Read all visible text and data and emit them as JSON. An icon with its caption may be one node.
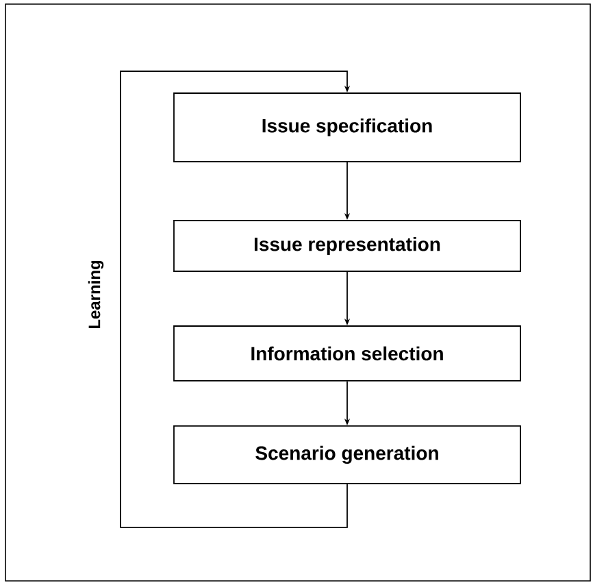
{
  "diagram": {
    "nodes": [
      {
        "text": [
          "Issue specification"
        ]
      },
      {
        "text": [
          "Issue representation"
        ]
      },
      {
        "text": [
          "Information selection"
        ]
      },
      {
        "text": [
          "Scenario generation"
        ]
      }
    ],
    "edges": [
      {
        "from": 0,
        "to": 1,
        "arrow": "to"
      },
      {
        "from": 1,
        "to": 2,
        "arrow": "to"
      },
      {
        "from": 2,
        "to": 3,
        "arrow": "to"
      },
      {
        "from": 3,
        "to": 0,
        "arrow": "to",
        "label": "Learning"
      }
    ]
  }
}
